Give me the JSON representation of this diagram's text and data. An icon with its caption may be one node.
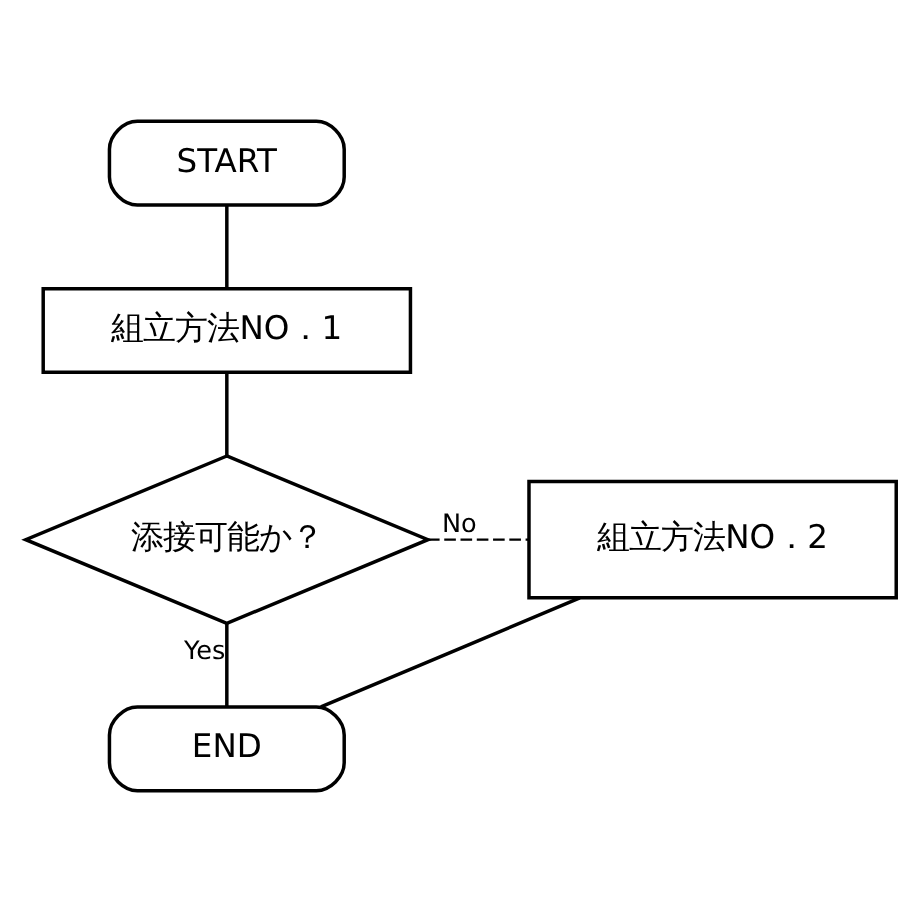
{
  "diagram": {
    "nodes": [
      {
        "text": [
          "START"
        ]
      },
      {
        "text": [
          "組立方法NO．1"
        ]
      },
      {
        "text": [
          "添接可能か？"
        ]
      },
      {
        "text": [
          "組立方法NO．2"
        ]
      },
      {
        "text": [
          "END"
        ]
      }
    ],
    "edges": [
      {
        "from": 0,
        "to": 1,
        "arrow": "none"
      },
      {
        "from": 1,
        "to": 2,
        "arrow": "none"
      },
      {
        "from": 2,
        "to": 3,
        "arrow": "none",
        "label": "No",
        "style": "dashed"
      },
      {
        "from": 2,
        "to": 4,
        "arrow": "none",
        "label": "Yes"
      },
      {
        "from": 3,
        "to": 4,
        "arrow": "none"
      }
    ]
  }
}
